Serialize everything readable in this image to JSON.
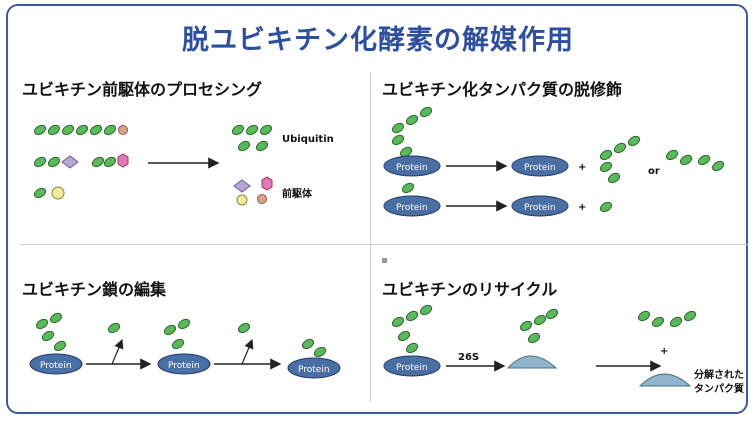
{
  "title": "脱ユビキチン化酵素の解媒作用",
  "sections": {
    "s1": "ユビキチン前駆体のプロセシング",
    "s2": "ユビキチン化タンパク質の脱修飾",
    "s3": "ユビキチン鎖の編集",
    "s4": "ユビキチンのリサイクル"
  },
  "labels": {
    "ubiquitin": "Ubiquitin",
    "precursor": "前駆体",
    "protein": "Protein",
    "plus": "+",
    "or": "or",
    "proteasome": "26S",
    "degraded_line1": "分解された",
    "degraded_line2": "タンパク質"
  },
  "colors": {
    "ubiquitin": "#5cb85c",
    "protein": "#4a6fa5",
    "title": "#2e4f9e",
    "frame": "#3d5a99"
  }
}
